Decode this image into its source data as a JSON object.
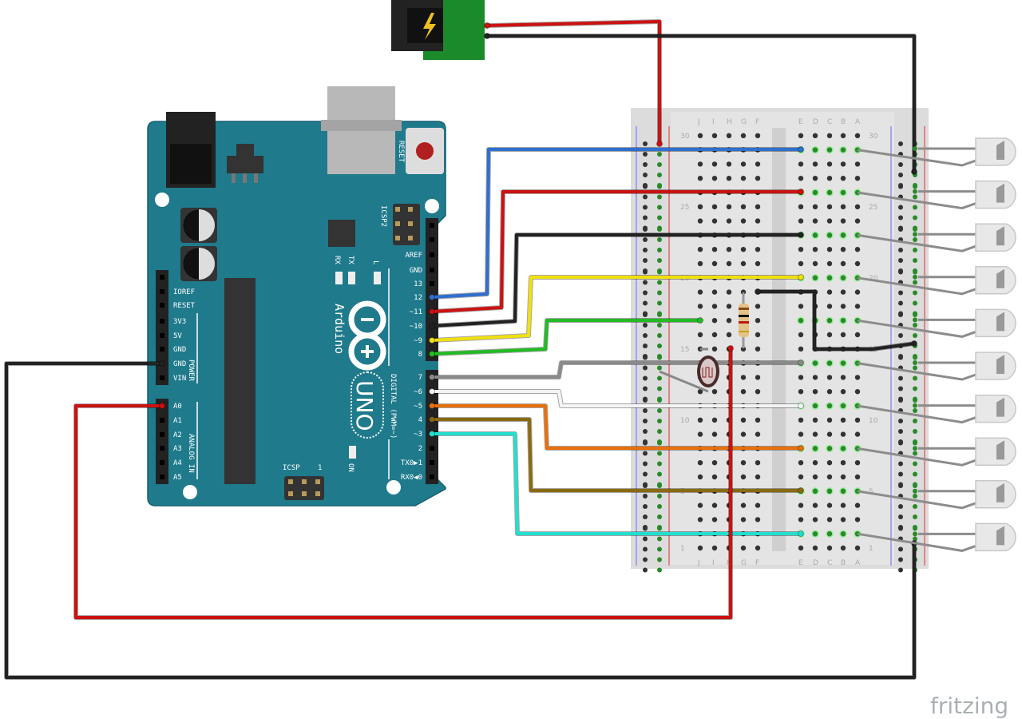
{
  "board": {
    "brand": "Arduino",
    "model": "UNO",
    "reset_label": "RESET",
    "icsp2_label": "ICSP2",
    "icsp_label": "ICSP",
    "icsp_pin1": "1",
    "tx_label": "TX",
    "rx_label": "RX",
    "l_label": "L",
    "on_label": "ON",
    "digital_label": "DIGITAL (PWM=~)",
    "power_label": "POWER",
    "analog_label": "ANALOG IN",
    "digital_pins_top": [
      "AREF",
      "GND",
      "13",
      "12",
      "~11",
      "~10",
      "~9",
      "8"
    ],
    "digital_pins_bottom": [
      "7",
      "~6",
      "~5",
      "4",
      "~3",
      "2",
      "TX0▶1",
      "RX0◀0"
    ],
    "power_pins": [
      "IOREF",
      "RESET",
      "3V3",
      "5V",
      "GND",
      "GND",
      "VIN"
    ],
    "analog_pins": [
      "A0",
      "A1",
      "A2",
      "A3",
      "A4",
      "A5"
    ]
  },
  "breadboard": {
    "left_columns": [
      "J",
      "I",
      "H",
      "G",
      "F"
    ],
    "right_columns": [
      "E",
      "D",
      "C",
      "B",
      "A"
    ],
    "row_numbers": [
      "30",
      "25",
      "20",
      "15",
      "10",
      "5",
      "1"
    ]
  },
  "wire_colors": {
    "red": "#cc1111",
    "black": "#222222",
    "blue": "#2f6fce",
    "yellow": "#f0e010",
    "green": "#22bb22",
    "gray": "#8a8a8a",
    "white": "#f4f4f4",
    "orange": "#e8700a",
    "brown": "#8a6a10",
    "cyan": "#20e0d0",
    "board": "#1f7a8c"
  },
  "components": {
    "led_count": 10,
    "resistor": "resistor",
    "photocell": "photocell",
    "power_jack": "dc-barrel-jack"
  },
  "watermark": "fritzing"
}
